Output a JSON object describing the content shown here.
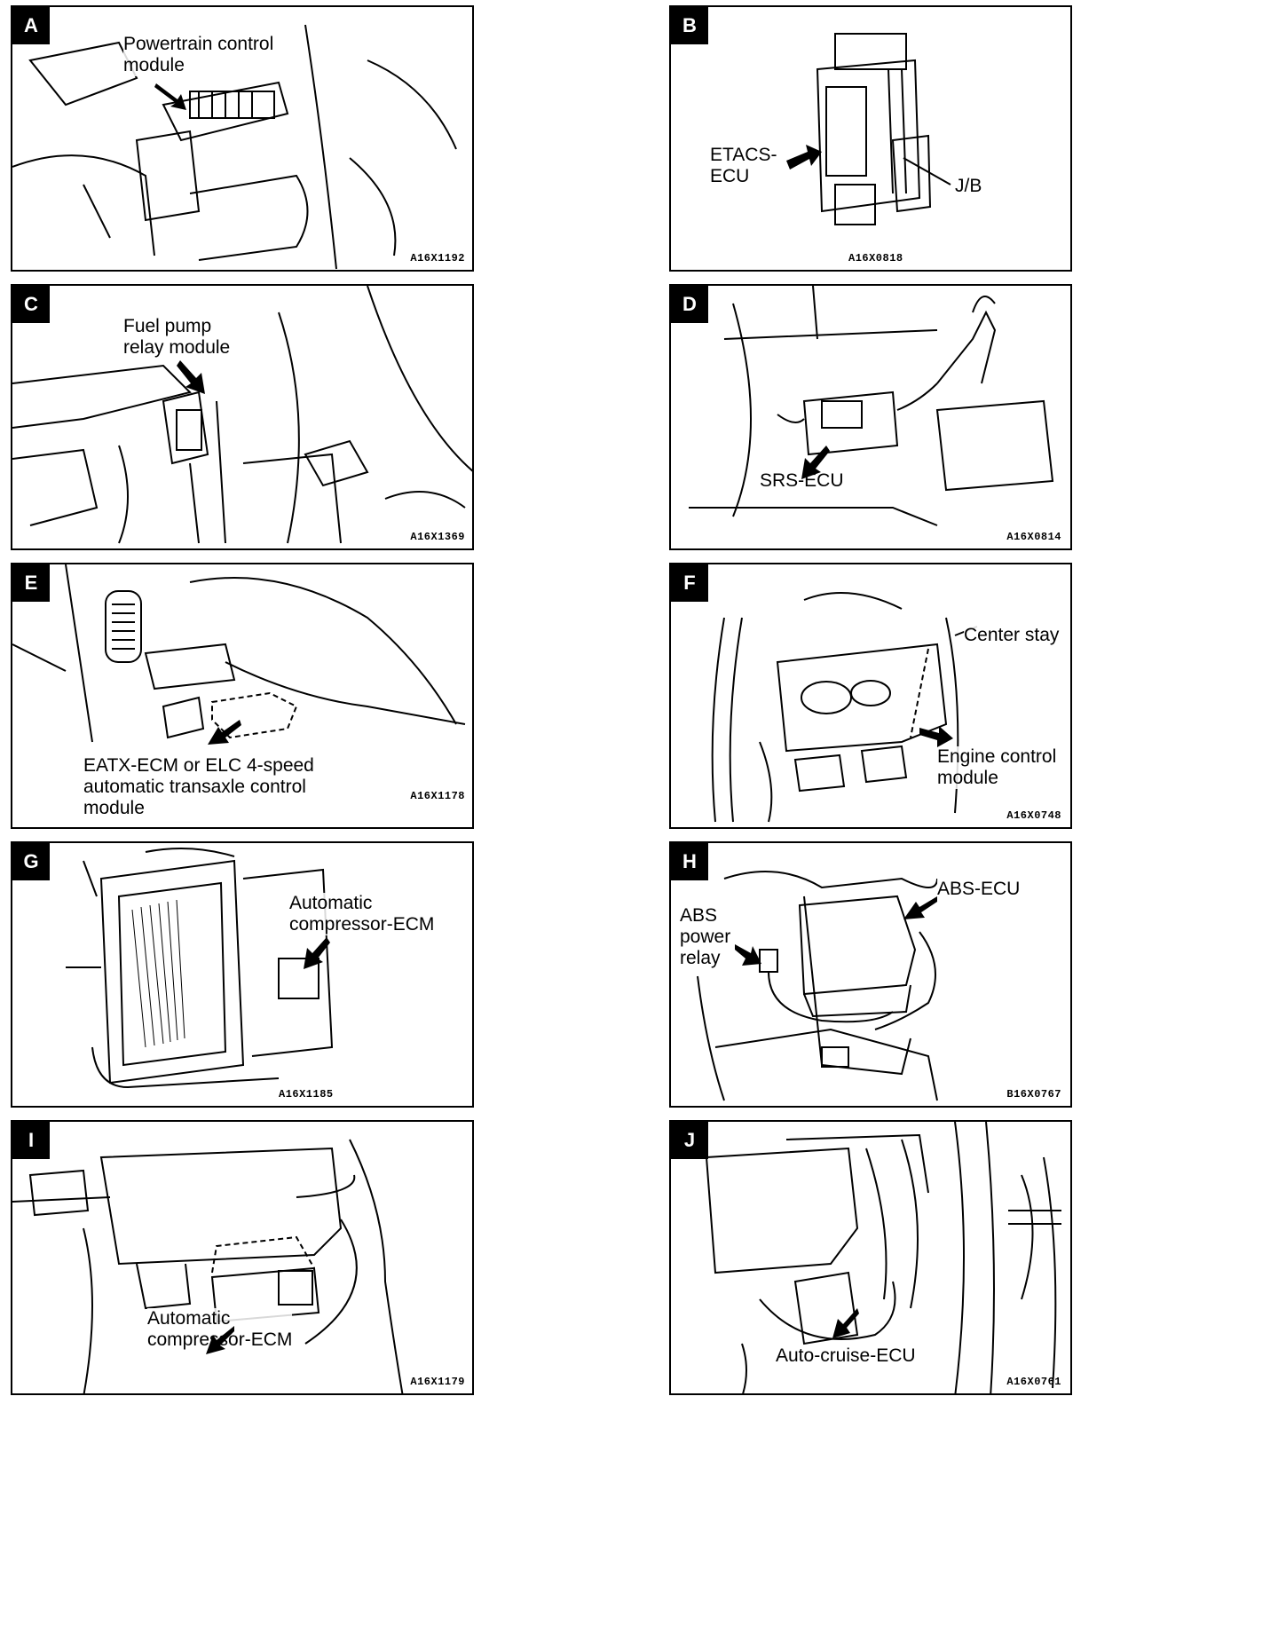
{
  "panels": [
    {
      "id": "A",
      "labels": [
        "Powertrain control\nmodule"
      ],
      "code": "A16X1192"
    },
    {
      "id": "B",
      "labels": [
        "ETACS-\nECU",
        "J/B"
      ],
      "code": "A16X0818"
    },
    {
      "id": "C",
      "labels": [
        "Fuel pump\nrelay module"
      ],
      "code": "A16X1369"
    },
    {
      "id": "D",
      "labels": [
        "SRS-ECU"
      ],
      "code": "A16X0814"
    },
    {
      "id": "E",
      "labels": [
        "EATX-ECM or ELC 4-speed\nautomatic transaxle control\nmodule"
      ],
      "code": "A16X1178"
    },
    {
      "id": "F",
      "labels": [
        "Center stay",
        "Engine control\nmodule"
      ],
      "code": "A16X0748"
    },
    {
      "id": "G",
      "labels": [
        "Automatic\ncompressor-ECM"
      ],
      "code": "A16X1185"
    },
    {
      "id": "H",
      "labels": [
        "ABS-ECU",
        "ABS\npower\nrelay"
      ],
      "code": "B16X0767"
    },
    {
      "id": "I",
      "labels": [
        "Automatic\ncompressor-ECM"
      ],
      "code": "A16X1179"
    },
    {
      "id": "J",
      "labels": [
        "Auto-cruise-ECU"
      ],
      "code": "A16X0761"
    }
  ],
  "icons": {
    "pointer": "arrow-pointer-icon"
  }
}
